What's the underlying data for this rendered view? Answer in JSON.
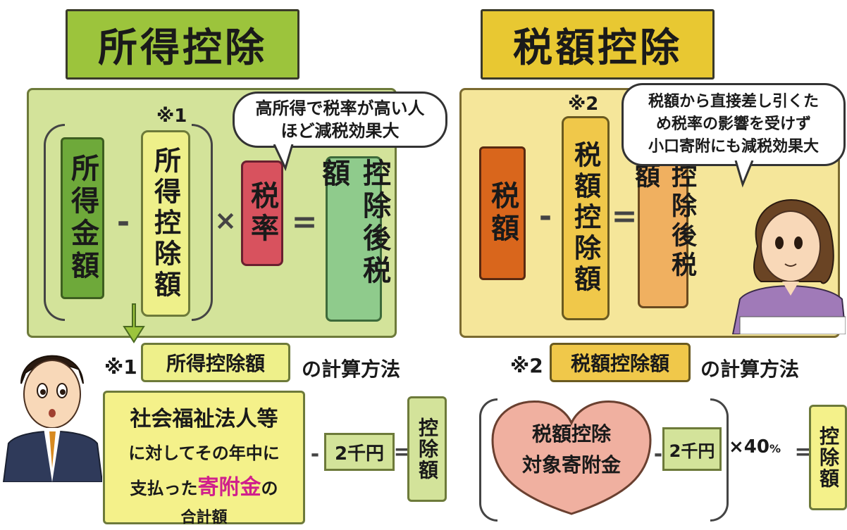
{
  "left": {
    "title": "所得控除",
    "note_mark": "※1",
    "bubble": [
      "高所得で税率が高い人",
      "ほど減税効果大"
    ],
    "boxes": {
      "income": "所得金額",
      "deduction": "所得控除額",
      "rate": "税率",
      "after_tax": "控除後税額"
    },
    "ops": {
      "minus": "-",
      "times": "×",
      "equals": "="
    }
  },
  "right": {
    "title": "税額控除",
    "note_mark": "※2",
    "bubble": [
      "税額から直接差し引くた",
      "め税率の影響を受けず",
      "小口寄附にも減税効果大"
    ],
    "boxes": {
      "tax": "税額",
      "credit": "税額控除額",
      "after_tax": "控除後税額"
    },
    "ops": {
      "minus": "-",
      "equals": "="
    }
  },
  "calc1": {
    "mark": "※1",
    "label": "所得控除額",
    "suffix": "の計算方法",
    "main": [
      "社会福祉法人等",
      "に対してその年中に"
    ],
    "line3_pre": "支払った",
    "highlight": "寄附金",
    "line3_post": "の",
    "line4": "合計額",
    "minus": "-",
    "amount": "2千円",
    "equals": "=",
    "result": "控除額"
  },
  "calc2": {
    "mark": "※2",
    "label": "税額控除額",
    "suffix": "の計算方法",
    "heart": [
      "税額控除",
      "対象寄附金"
    ],
    "minus": "-",
    "amount": "2千円",
    "rate": "×40",
    "percent": "%",
    "equals": "=",
    "result": "控除額"
  },
  "colors": {
    "left_title_bg": "#9cc43c",
    "right_title_bg": "#e8c832",
    "left_panel_bg": "#d3e39a",
    "right_panel_bg": "#f5e69a",
    "dark_green": "#6ea93a",
    "light_yellow": "#eef08a",
    "red": "#d8525e",
    "mint": "#8fcb8c",
    "orange": "#d9661c",
    "gold": "#f0c84a",
    "sand": "#f0b060",
    "pale_yellow": "#f4f18a",
    "heart_pink": "#f0b0a0",
    "magenta": "#d0208c"
  }
}
